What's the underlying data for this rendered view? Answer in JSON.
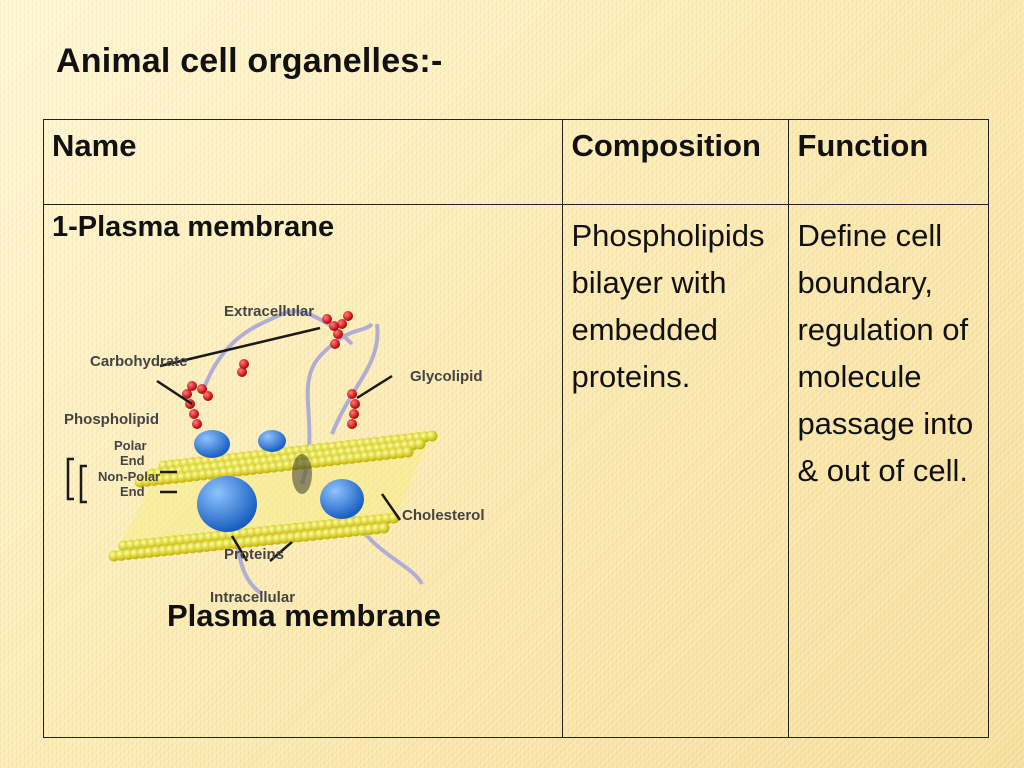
{
  "slide": {
    "title": "Animal cell organelles:-"
  },
  "table": {
    "headers": {
      "name": "Name",
      "composition": "Composition",
      "function": "Function"
    },
    "rows": [
      {
        "name": "1-Plasma membrane",
        "composition": "Phospholipids bilayer with embedded proteins.",
        "function": "Define cell boundary, regulation of molecule passage into & out of cell.",
        "figure_caption": "Plasma membrane"
      }
    ]
  },
  "diagram": {
    "labels": {
      "extracellular": "Extracellular",
      "carbohydrate": "Carbohydrate",
      "glycolipid": "Glycolipid",
      "phospholipid": "Phospholipid",
      "polar": "Polar",
      "polar_end": "End",
      "non_polar": "Non-Polar",
      "non_polar_end": "End",
      "cholesterol": "Cholesterol",
      "proteins": "Proteins",
      "intracellular": "Intracellular"
    },
    "colors": {
      "lipid_heads": "#e6dc2a",
      "proteins": "#2b78d4",
      "carbohydrate_chains": "#d61f1f",
      "filaments": "#a9a7d8"
    }
  }
}
